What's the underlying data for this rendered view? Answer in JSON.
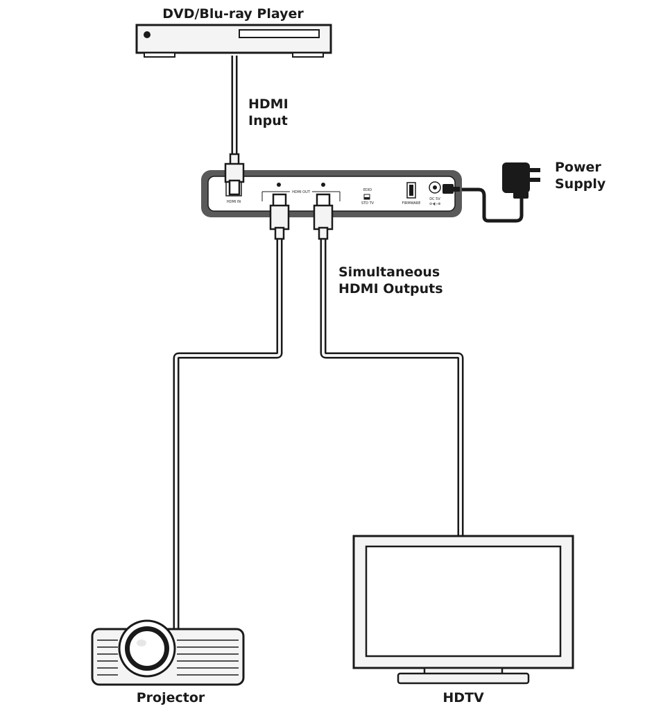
{
  "labels": {
    "source": "DVD/Blu-ray Player",
    "input_line1": "HDMI",
    "input_line2": "Input",
    "power_line1": "Power",
    "power_line2": "Supply",
    "outputs_line1": "Simultaneous",
    "outputs_line2": "HDMI Outputs",
    "projector": "Projector",
    "hdtv": "HDTV"
  },
  "splitter_panel": {
    "hdmi_in": "HDMI IN",
    "hdmi_out": "HDMI OUT",
    "switch_top": "EDID",
    "switch_bottom": "STD TV",
    "firmware": "FIRMWARE",
    "dc_line1": "DC 5V",
    "dc_line2": "⊖-◐-⊕"
  },
  "colors": {
    "outline": "#1a1a1a",
    "device_fill": "#f4f4f4",
    "splitter_body": "#5a5a5a",
    "panel_fill": "#ffffff"
  }
}
